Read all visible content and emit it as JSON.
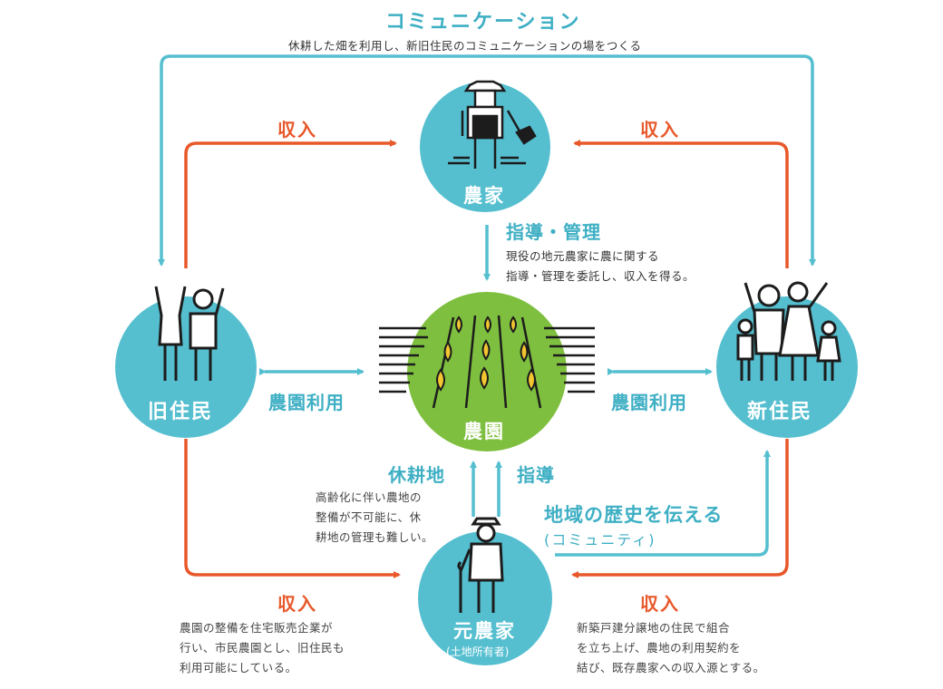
{
  "communication": {
    "title": "コミュニケーション",
    "subtitle": "休耕した畑を利用し、新旧住民のコミュニケーションの場をつくる"
  },
  "nodes": {
    "farmer": {
      "label": "農家"
    },
    "farm": {
      "label": "農園"
    },
    "old_residents": {
      "label": "旧住民"
    },
    "new_residents": {
      "label": "新住民"
    },
    "landowner": {
      "label": "元農家",
      "sublabel": "(土地所有者)"
    }
  },
  "flows": {
    "income_top_left": "収入",
    "income_top_right": "収入",
    "income_bottom_left": "収入",
    "income_bottom_right": "収入",
    "farm_use_left": "農園利用",
    "farm_use_right": "農園利用",
    "guidance_management": {
      "title": "指導・管理",
      "lines": [
        "現役の地元農家に農に関する",
        "指導・管理を委託し、収入を得る。"
      ]
    },
    "fallow_land": {
      "title": "休耕地",
      "lines": [
        "高齢化に伴い農地の",
        "整備が不可能に、休",
        "耕地の管理も難しい。"
      ]
    },
    "guidance": "指導",
    "history": {
      "title": "地域の歴史を伝える",
      "sub": "(コミュニティ)"
    }
  },
  "notes": {
    "bottom_left": [
      "農園の整備を住宅販売企業が",
      "行い、市民農園とし、旧住民も",
      "利用可能にしている。"
    ],
    "bottom_right": [
      "新築戸建分譲地の住民で組合",
      "を立ち上げ、農地の利用契約を",
      "結び、既存農家への収入源とする。"
    ]
  },
  "colors": {
    "teal": "#55bfd0",
    "teal_text": "#3eafc4",
    "orange": "#e8582a",
    "green": "#7fbf3f",
    "leaf": "#f2c531"
  }
}
